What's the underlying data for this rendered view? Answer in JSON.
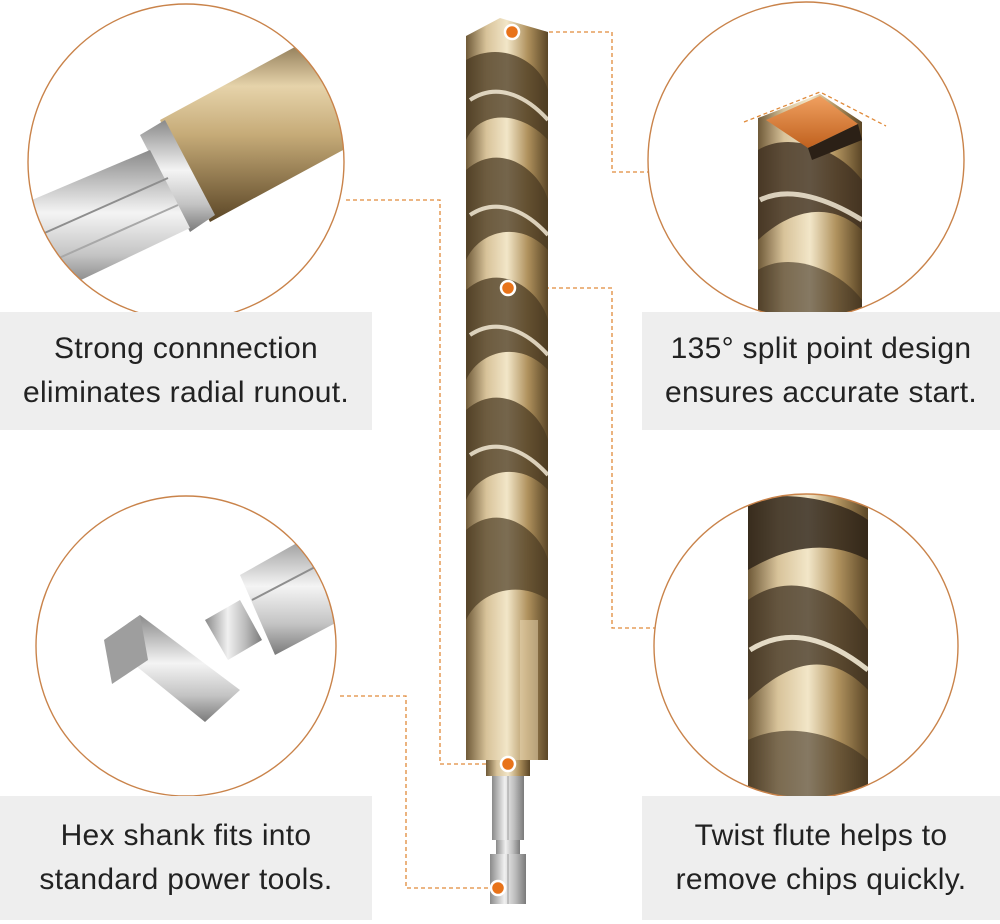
{
  "callouts": {
    "top_left": {
      "line1": "Strong connnection",
      "line2": "eliminates radial runout."
    },
    "top_right": {
      "line1": "135° split point design",
      "line2": "ensures accurate start."
    },
    "bottom_left": {
      "line1": "Hex shank fits into",
      "line2": "standard power tools."
    },
    "bottom_right": {
      "line1": "Twist flute helps to",
      "line2": "remove chips quickly."
    }
  },
  "colors": {
    "accent": "#e8731a",
    "circle_border": "#c9834a",
    "label_bg": "#eeeeee",
    "text": "#222222",
    "gold": "#b59a6a",
    "steel": "#c9c9c9"
  }
}
